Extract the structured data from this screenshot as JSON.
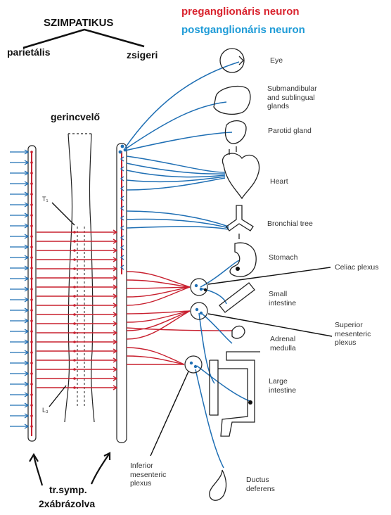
{
  "heading": "SZIMPATIKUS",
  "branch_left": "parietális",
  "branch_right": "zsigeri",
  "spinal_cord_label": "gerincvelő",
  "legend": {
    "pre": "preganglionáris neuron",
    "post": "postganglionáris neuron",
    "pre_color": "#c8202f",
    "post_color": "#1f6fb4"
  },
  "segments": {
    "t1": "T₁",
    "l3": "L₃"
  },
  "organs": {
    "eye": "Eye",
    "submandibular": "Submandibular\nand sublingual\nglands",
    "parotid": "Parotid gland",
    "heart": "Heart",
    "bronchial": "Bronchial tree",
    "stomach": "Stomach",
    "celiac": "Celiac plexus",
    "small_intestine": "Small\nintestine",
    "superior_mesenteric": "Superior\nmesenteric\nplexus",
    "adrenal": "Adrenal\nmedulla",
    "large_intestine": "Large\nintestine",
    "inferior_mesenteric": "Inferior\nmesenteric\nplexus",
    "ductus": "Ductus\ndeferens"
  },
  "bottom": {
    "line1": "tr.symp.",
    "line2": "2xábrázolva"
  }
}
